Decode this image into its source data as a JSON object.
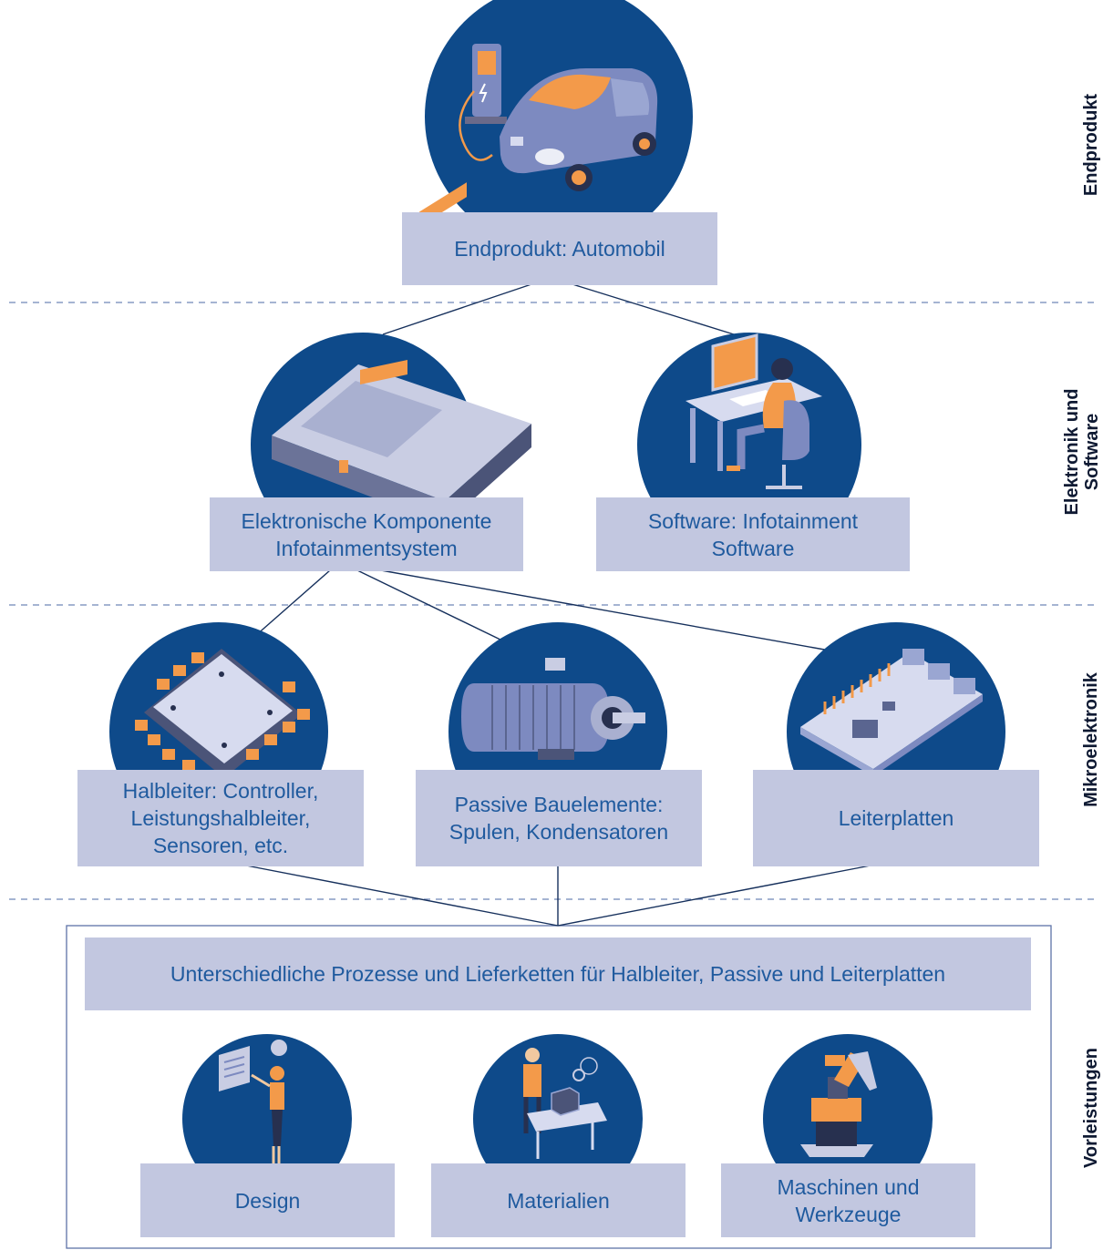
{
  "layers": {
    "endprodukt": "Endprodukt",
    "elektronik": "Elektronik und\nSoftware",
    "mikro": "Mikroelektronik",
    "vorleistungen": "Vorleistungen"
  },
  "nodes": {
    "automobil": "Endprodukt: Automobil",
    "komponente": "Elektronische Komponente\nInfotainmentsystem",
    "software": "Software: Infotainment\nSoftware",
    "halbleiter": "Halbleiter: Controller,\nLeistungshalbleiter,\nSensoren, etc.",
    "passive": "Passive Bauelemente:\nSpulen, Kondensatoren",
    "leiterplatten": "Leiterplatten",
    "prozesse": "Unterschiedliche Prozesse und Lieferketten für Halbleiter, Passive und Leiterplatten",
    "design": "Design",
    "materialien": "Materialien",
    "maschinen": "Maschinen und\nWerkzeuge"
  },
  "icons": {
    "automobil": "electric-car-charging-icon",
    "komponente": "rack-device-icon",
    "software": "developer-workstation-icon",
    "halbleiter": "microchip-icon",
    "passive": "electric-motor-icon",
    "leiterplatten": "circuit-board-icon",
    "design": "designer-person-icon",
    "materialien": "materials-lab-icon",
    "maschinen": "robot-arm-icon"
  },
  "colors": {
    "circle": "#0e4a8a",
    "label_bg": "#c2c7e0",
    "label_text": "#1f5a9e",
    "accent": "#f39a4a",
    "line": "#16305c"
  }
}
